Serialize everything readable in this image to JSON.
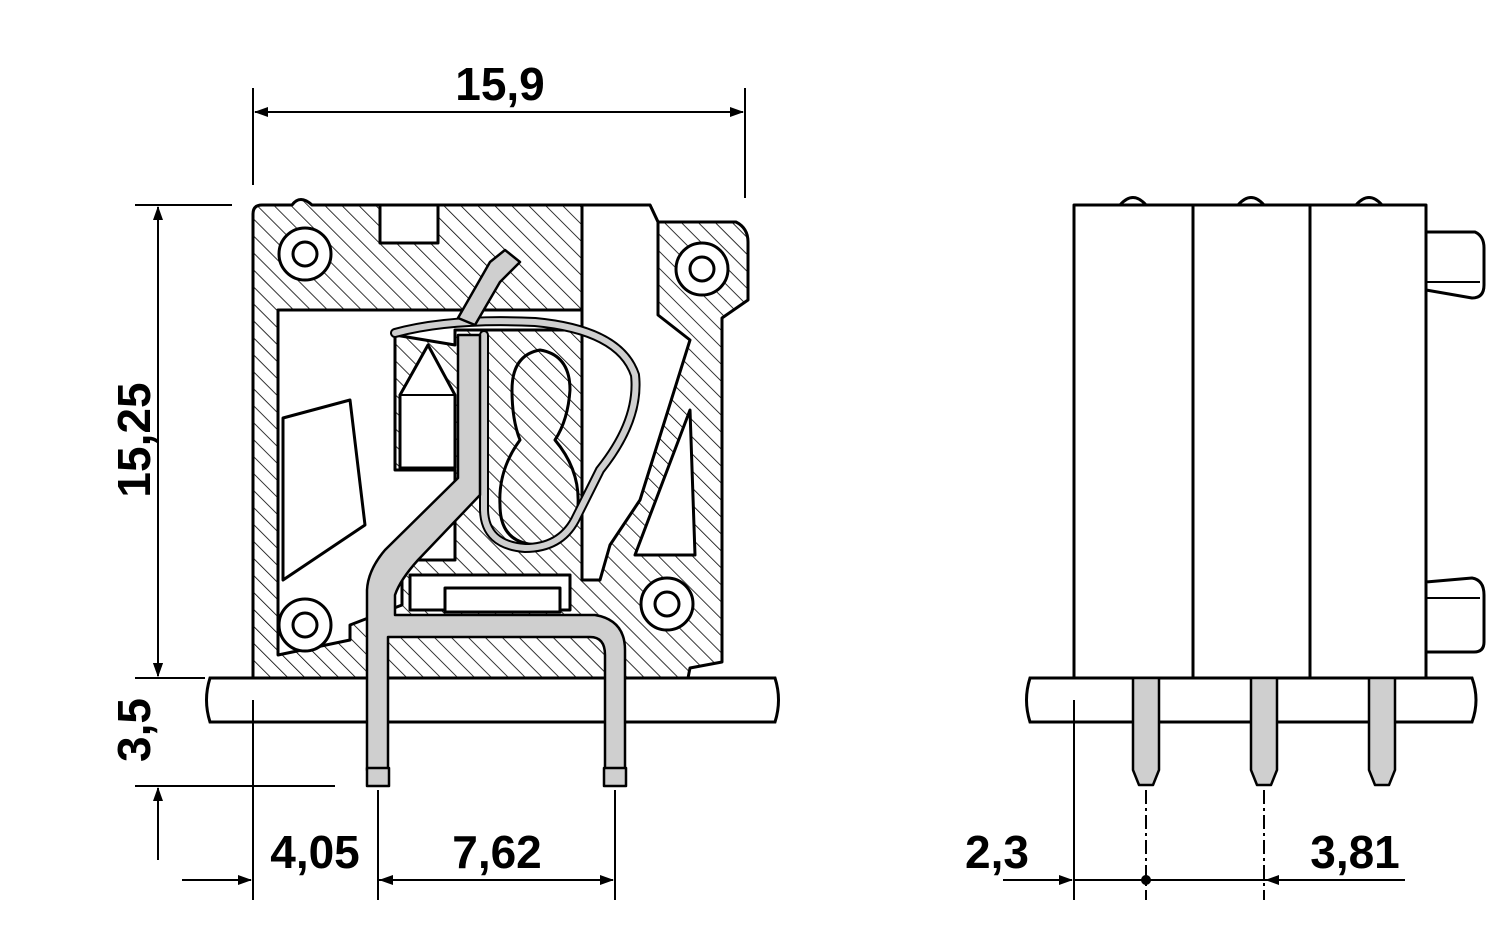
{
  "dimensions": {
    "total_width": "15,9",
    "total_height": "15,25",
    "pin_length": "3,5",
    "front_offset": "4,05",
    "front_pitch": "7,62",
    "side_offset": "2,3",
    "side_pitch": "3,81"
  },
  "colors": {
    "line": "#000000",
    "metal": "#cfcfcf",
    "background": "#ffffff"
  }
}
